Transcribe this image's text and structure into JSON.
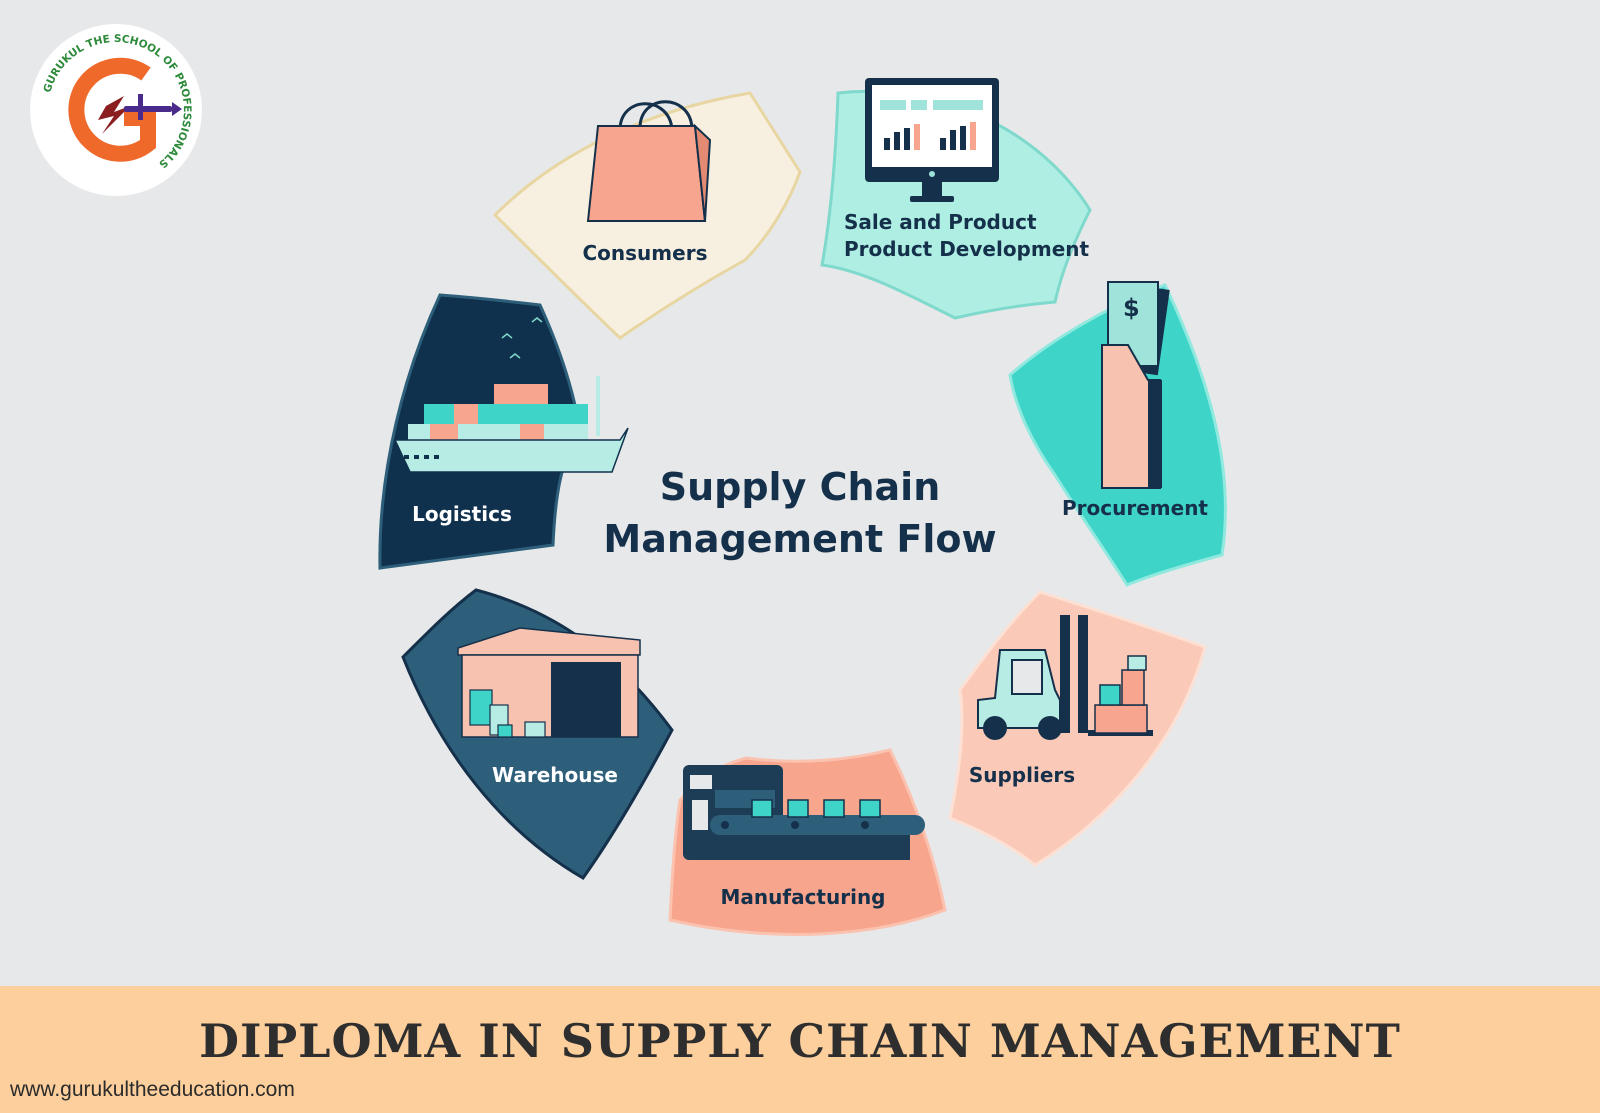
{
  "logo": {
    "ring_text": "GURUKUL THE SCHOOL OF PROFESSIONALS",
    "letter": "G"
  },
  "diagram": {
    "title_line1": "Supply Chain",
    "title_line2": "Management Flow",
    "segments": [
      {
        "label": "Consumers",
        "icon": "shopping-bag-icon",
        "color": "#f7f0e0"
      },
      {
        "label_line1": "Sale and Product",
        "label_line2": "Product Development",
        "icon": "monitor-dashboard-icon",
        "color": "#aeeee3"
      },
      {
        "label": "Procurement",
        "icon": "hand-money-icon",
        "color": "#3fd4c8"
      },
      {
        "label": "Suppliers",
        "icon": "forklift-icon",
        "color": "#fbc9b8"
      },
      {
        "label": "Manufacturing",
        "icon": "conveyor-machine-icon",
        "color": "#f8a58d"
      },
      {
        "label": "Warehouse",
        "icon": "warehouse-icon",
        "color": "#2d5f7b"
      },
      {
        "label": "Logistics",
        "icon": "cargo-ship-icon",
        "color": "#10314d"
      }
    ]
  },
  "footer": {
    "title": "DIPLOMA IN SUPPLY CHAIN MANAGEMENT",
    "url": "www.gurukultheeducation.com"
  },
  "colors": {
    "background": "#e7e8e9",
    "footer_band": "#fdcf9c",
    "title_text": "#15304a",
    "logo_orange": "#ef6a2a",
    "logo_purple": "#4a2a8a",
    "logo_green": "#2d8a3a"
  }
}
